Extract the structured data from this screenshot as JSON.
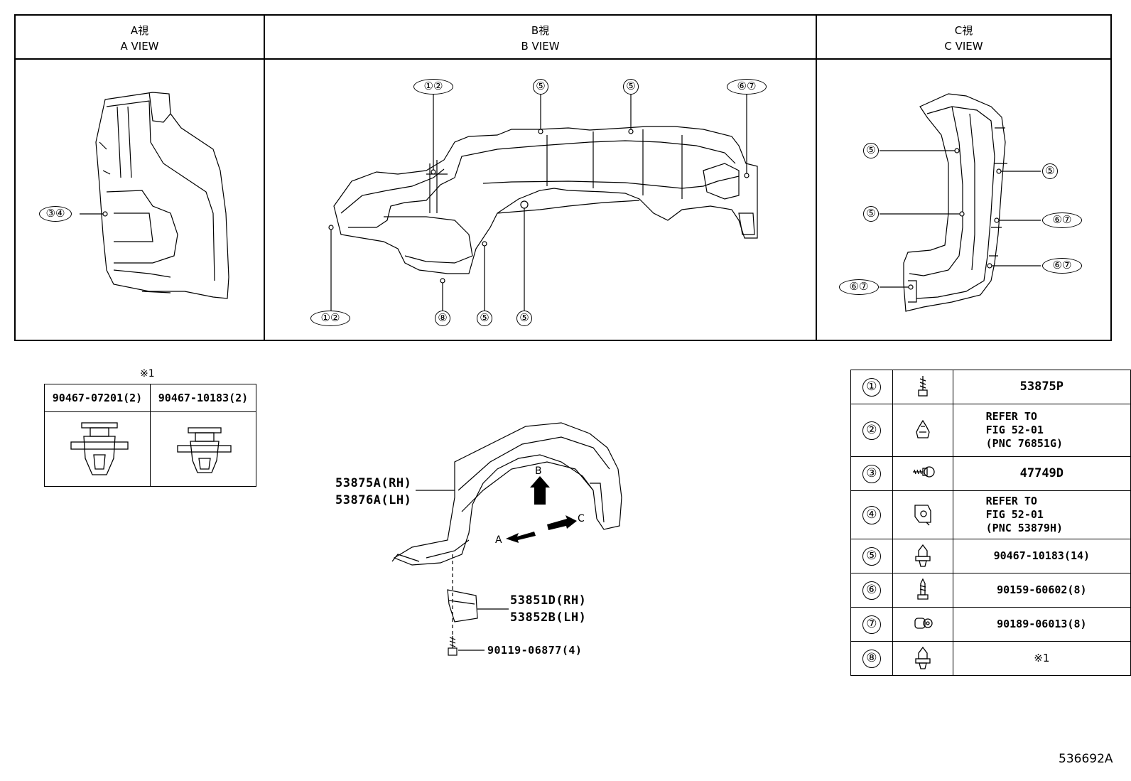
{
  "views": [
    {
      "jp": "A視",
      "en": "A VIEW"
    },
    {
      "jp": "B視",
      "en": "B VIEW"
    },
    {
      "jp": "C視",
      "en": "C VIEW"
    }
  ],
  "callouts": {
    "a": [
      "③④"
    ],
    "b": [
      "①②",
      "⑤",
      "⑤",
      "⑥⑦",
      "①②",
      "⑧",
      "⑤",
      "⑤"
    ],
    "c": [
      "⑤",
      "⑤",
      "⑤",
      "⑥⑦",
      "⑥⑦",
      "⑥⑦"
    ]
  },
  "note_mark": "※1",
  "clip_table": {
    "header_mark": "※1",
    "parts": [
      "90467-07201(2)",
      "90467-10183(2)"
    ]
  },
  "main_parts": {
    "liner_rh": "53875A(RH)",
    "liner_lh": "53876A(LH)",
    "shield_rh": "53851D(RH)",
    "shield_lh": "53852B(LH)",
    "bolt": "90119-06877(4)",
    "arrow_a": "A",
    "arrow_b": "B",
    "arrow_c": "C"
  },
  "legend": [
    {
      "num": "①",
      "icon": "bolt-icon",
      "lines": [
        "53875P"
      ]
    },
    {
      "num": "②",
      "icon": "clip-nut-icon",
      "lines": [
        "REFER TO",
        "FIG 52-01",
        "(PNC 76851G)"
      ]
    },
    {
      "num": "③",
      "icon": "screw-grommet-icon",
      "lines": [
        "47749D"
      ]
    },
    {
      "num": "④",
      "icon": "bracket-nut-icon",
      "lines": [
        "REFER TO",
        "FIG 52-01",
        "(PNC 53879H)"
      ]
    },
    {
      "num": "⑤",
      "icon": "push-clip-icon",
      "lines": [
        "90467-10183(14)"
      ]
    },
    {
      "num": "⑥",
      "icon": "tapping-screw-icon",
      "lines": [
        "90159-60602(8)"
      ]
    },
    {
      "num": "⑦",
      "icon": "grommet-nut-icon",
      "lines": [
        "90189-06013(8)"
      ]
    },
    {
      "num": "⑧",
      "icon": "push-clip-icon",
      "lines": [
        "※1"
      ]
    }
  ],
  "figure_id": "536692A"
}
